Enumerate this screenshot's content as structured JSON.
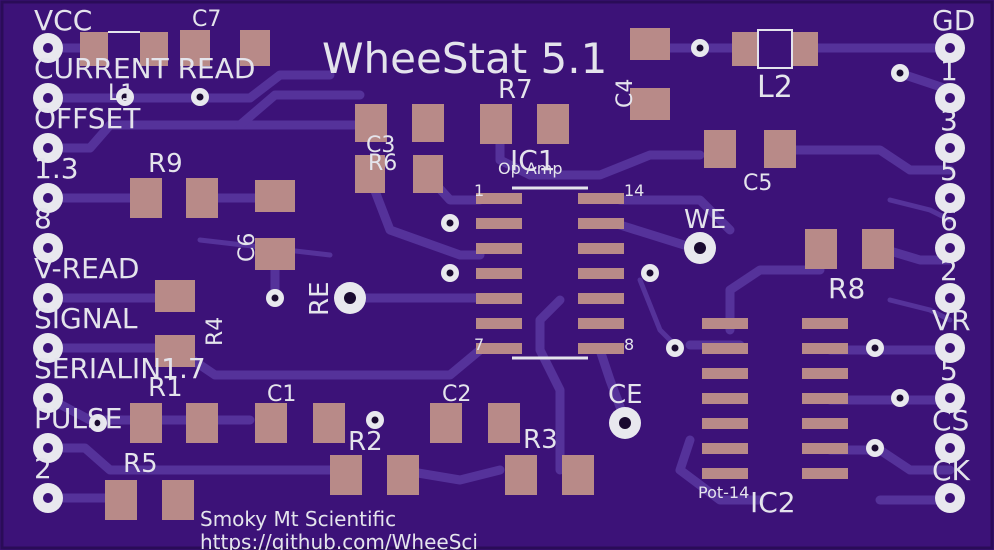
{
  "board": {
    "title": "WheeStat 5.1",
    "credit_line1": "Smoky Mt Scientific",
    "credit_line2": "https://github.com/WheeSci"
  },
  "left_header": {
    "labels": [
      "VCC",
      "CURRENT READ",
      "OFFSET",
      "1.3",
      "8",
      "V-READ",
      "SIGNAL",
      "SERIALIN1.7",
      "PULSE",
      "2"
    ]
  },
  "right_header": {
    "labels": [
      "GD",
      "1",
      "3",
      "5",
      "6",
      "2",
      "VR",
      "5",
      "CS",
      "CK"
    ]
  },
  "components": {
    "R1": "R1",
    "R2": "R2",
    "R3": "R3",
    "R4": "R4",
    "R5": "R5",
    "R6": "R6",
    "R7": "R7",
    "R8": "R8",
    "R9": "R9",
    "C1": "C1",
    "C2": "C2",
    "C3": "C3",
    "C4": "C4",
    "C5": "C5",
    "C6": "C6",
    "C7": "C7",
    "L1": "L1",
    "L2": "L2",
    "IC1": "IC1",
    "IC2": "IC2",
    "IC1_sub": "Op Amp",
    "IC2_sub": "Pot-14",
    "pin1": "1",
    "pin14": "14",
    "pin7": "7",
    "pin8": "8"
  },
  "test_points": {
    "RE": "RE",
    "WE": "WE",
    "CE": "CE"
  },
  "colors": {
    "board": "#3c1278",
    "pad": "#b88a88",
    "silkscreen": "#e4e4ec",
    "trace": "#55329a"
  }
}
